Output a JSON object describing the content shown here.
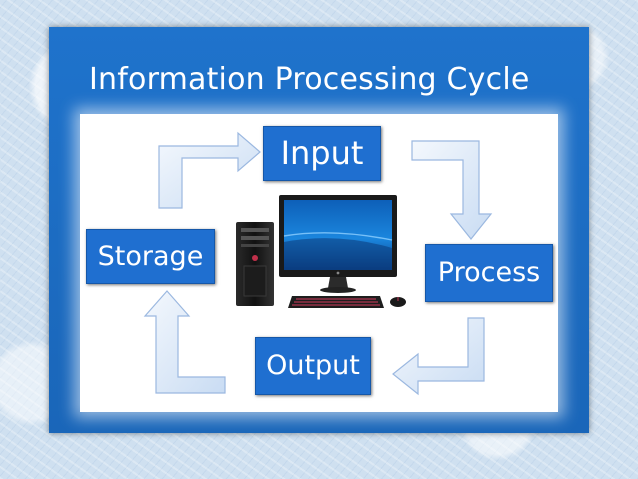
{
  "title": "Information Processing Cycle",
  "nodes": {
    "input": "Input",
    "process": "Process",
    "output": "Output",
    "storage": "Storage"
  },
  "colors": {
    "frame": "#1f73cc",
    "node_fill": "#1f6fd0",
    "arrow_fill": "#dde9f8",
    "arrow_stroke": "#9bb8e0",
    "panel": "#ffffff"
  },
  "icons": [
    "desktop-computer-icon",
    "arrow-icon"
  ]
}
